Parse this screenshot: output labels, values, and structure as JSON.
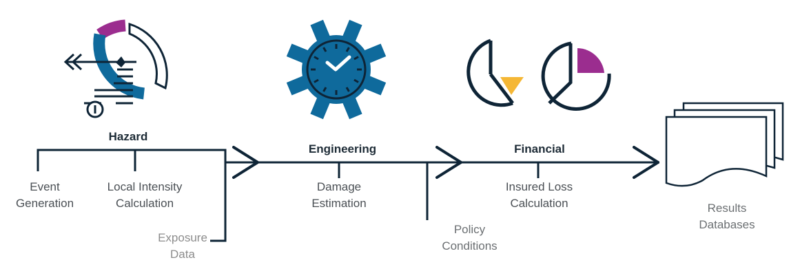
{
  "colors": {
    "navy": "#0e2436",
    "blue": "#0f6a9c",
    "purple": "#9b2d8f",
    "yellow": "#f5b735",
    "text": "#4a4f54",
    "muted": "#8c8c8c"
  },
  "icons": [
    "hazard-target-chart-icon",
    "engineering-gear-clock-icon",
    "financial-pie-charts-icon",
    "results-documents-icon"
  ],
  "stages": {
    "hazard": {
      "title": "Hazard",
      "steps": [
        {
          "line1": "Event",
          "line2": "Generation"
        },
        {
          "line1": "Local Intensity",
          "line2": "Calculation"
        }
      ],
      "input": {
        "line1": "Exposure",
        "line2": "Data"
      }
    },
    "engineering": {
      "title": "Engineering",
      "step": {
        "line1": "Damage",
        "line2": "Estimation"
      }
    },
    "financial": {
      "title": "Financial",
      "step": {
        "line1": "Insured Loss",
        "line2": "Calculation"
      },
      "input": {
        "line1": "Policy",
        "line2": "Conditions"
      }
    },
    "results": {
      "line1": "Results",
      "line2": "Databases"
    }
  }
}
